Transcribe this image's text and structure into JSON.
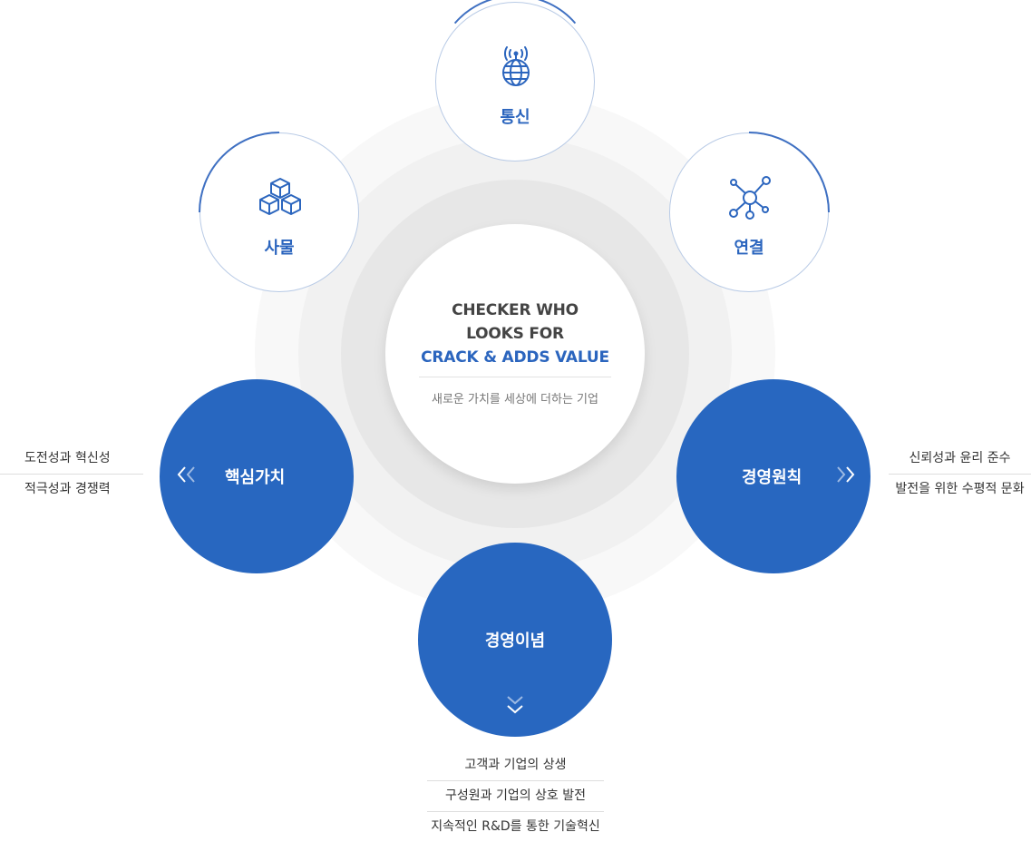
{
  "center": {
    "line1": "CHECKER WHO",
    "line2": "LOOKS FOR",
    "line3": "CRACK & ADDS VALUE",
    "subtitle": "새로운 가치를 세상에 더하는 기업"
  },
  "top_nodes": [
    {
      "label": "통신",
      "icon": "antenna-globe-icon"
    },
    {
      "label": "사물",
      "icon": "cubes-icon"
    },
    {
      "label": "연결",
      "icon": "network-nodes-icon"
    }
  ],
  "pillars": {
    "left": {
      "label": "핵심가치",
      "items": [
        "도전성과 혁신성",
        "적극성과 경쟁력"
      ]
    },
    "right": {
      "label": "경영원칙",
      "items": [
        "신뢰성과 윤리 준수",
        "발전을 위한 수평적 문화"
      ]
    },
    "bottom": {
      "label": "경영이념",
      "items": [
        "고객과 기업의 상생",
        "구성원과 기업의 상호 발전",
        "지속적인 R&D를 통한 기술혁신"
      ]
    }
  },
  "colors": {
    "accent": "#2867c0",
    "accent_text": "#2b65be",
    "ring_light": "#f8f8f8",
    "ring_mid": "#f1f1f1",
    "ring_dark": "#e7e7e7"
  }
}
